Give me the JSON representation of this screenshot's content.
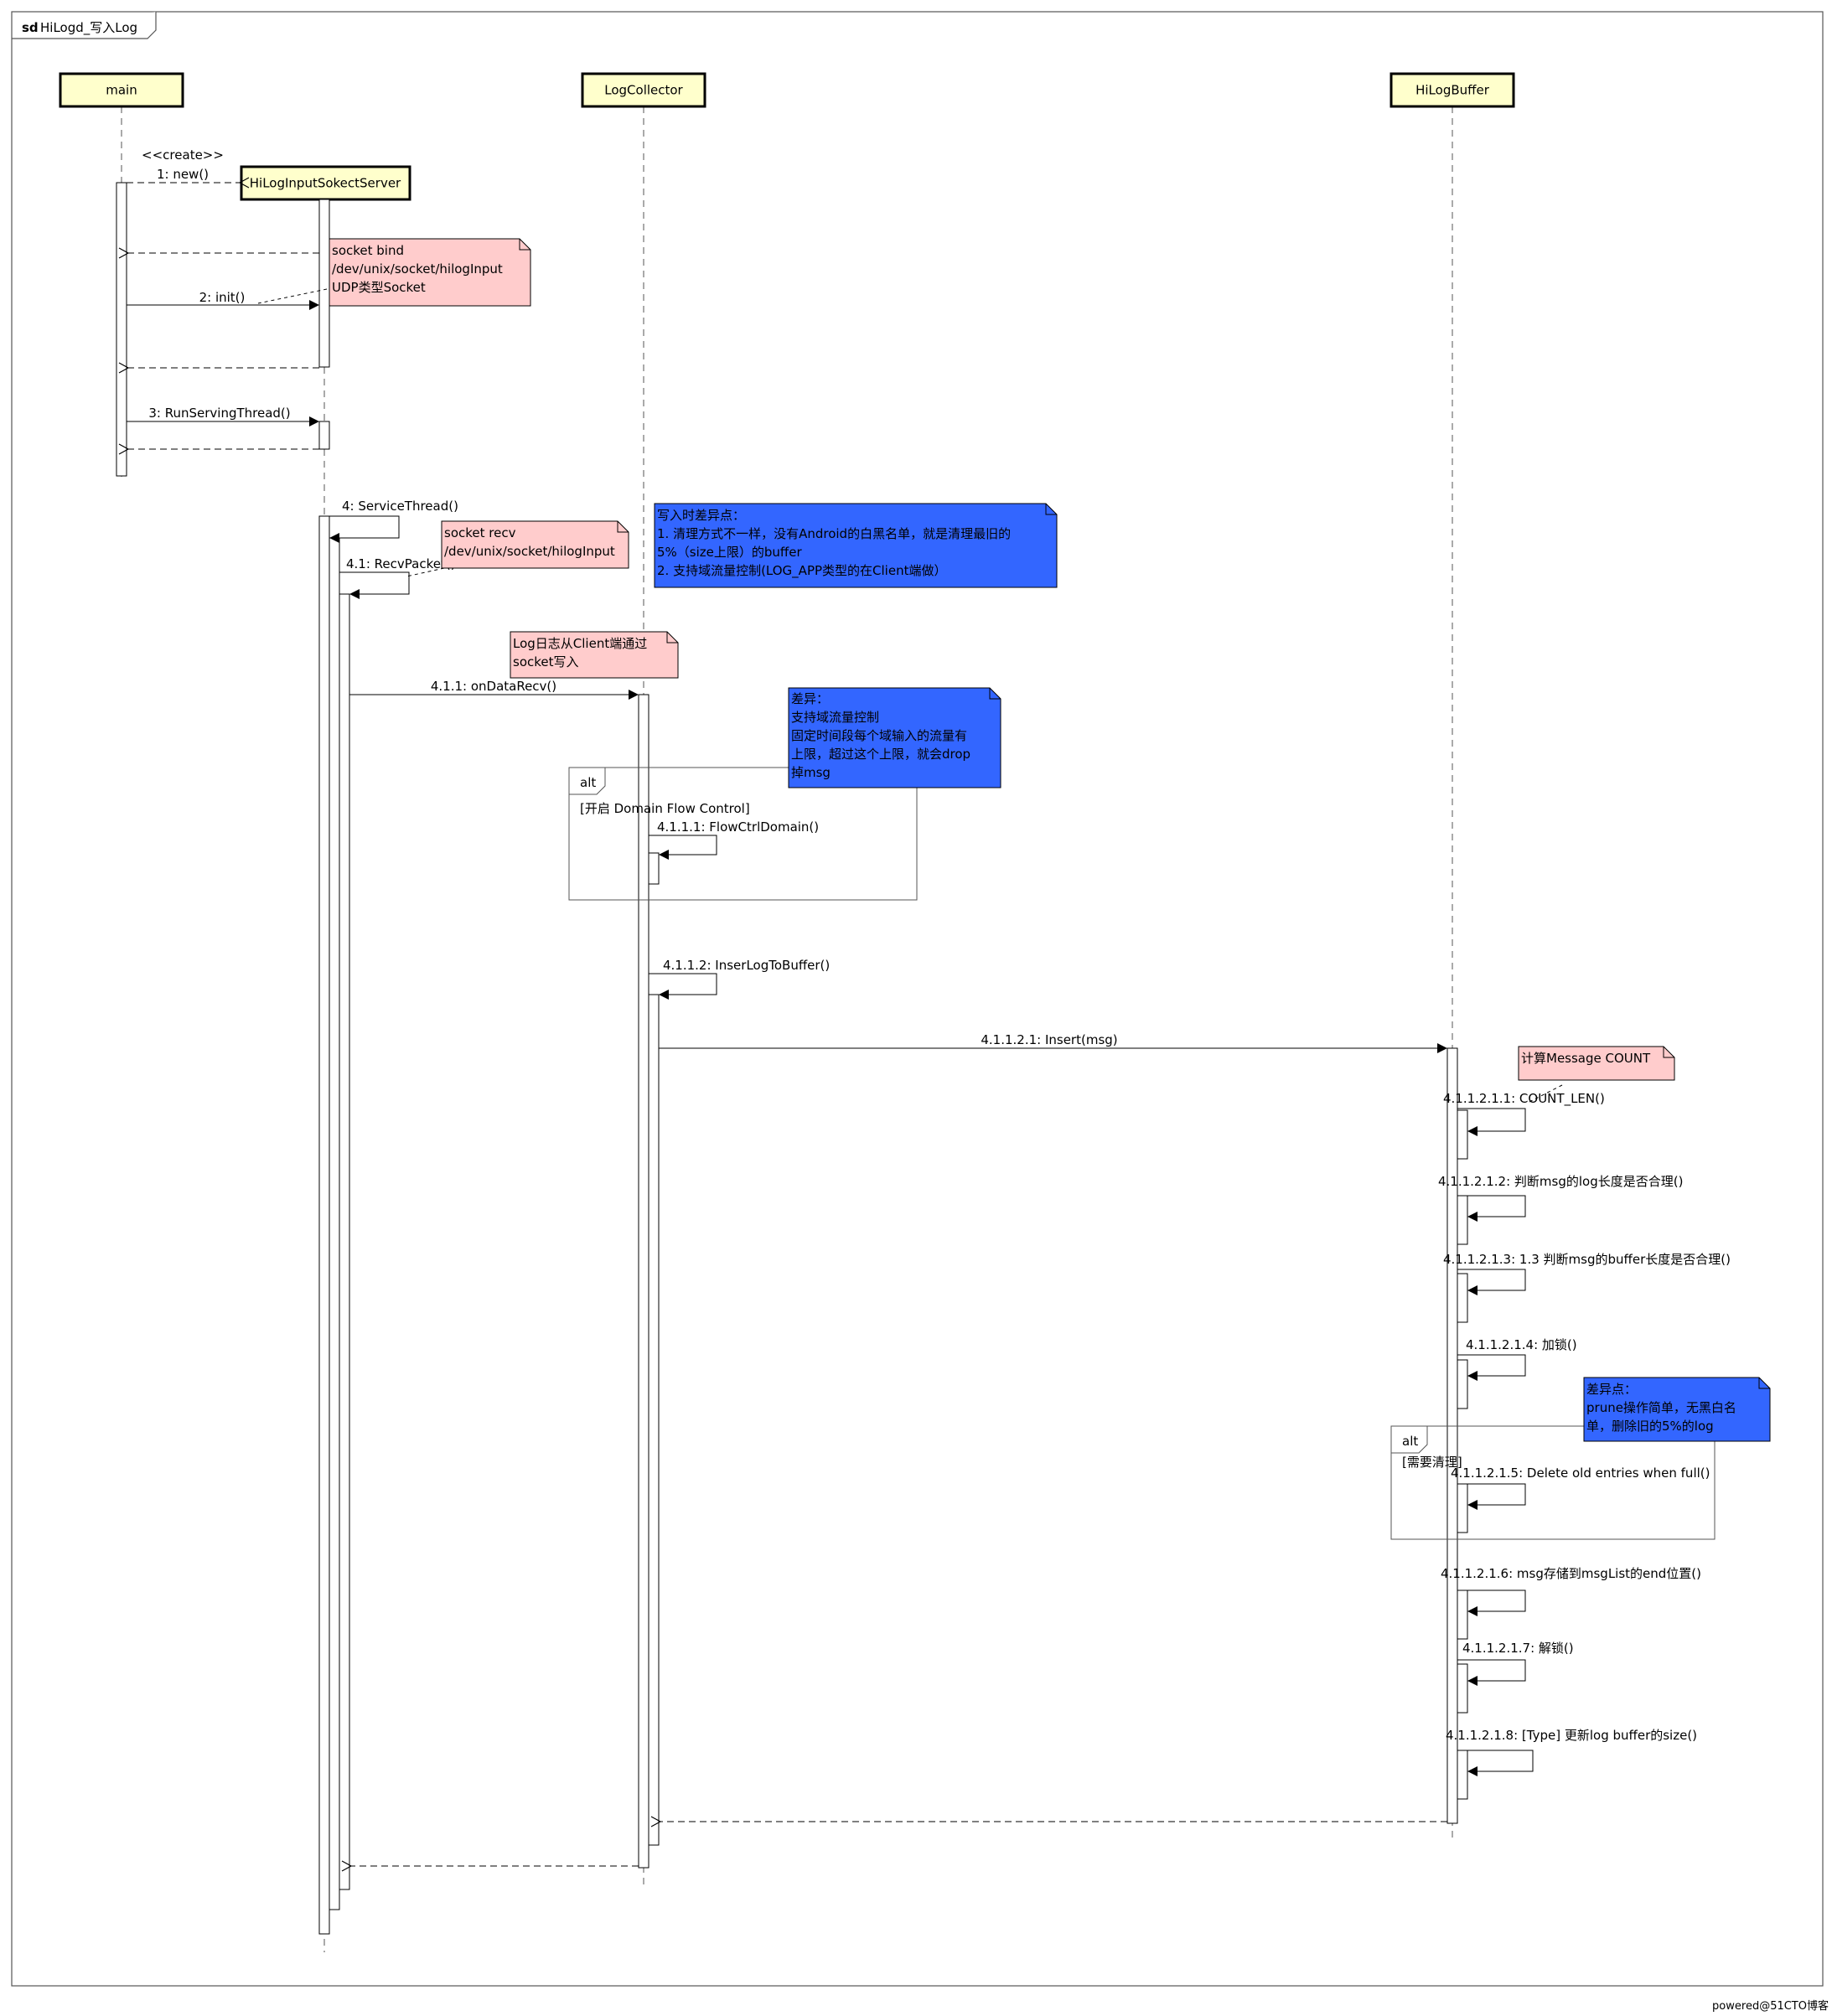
{
  "frame": {
    "prefix": "sd",
    "title": "HiLogd_写入Log"
  },
  "participants": [
    {
      "id": "main",
      "name": "main"
    },
    {
      "id": "collector",
      "name": "LogCollector"
    },
    {
      "id": "buffer",
      "name": "HiLogBuffer"
    },
    {
      "id": "server",
      "name": "HiLogInputSokectServer"
    }
  ],
  "stereotype": "<<create>>",
  "messages": [
    {
      "id": "m1",
      "label": "1: new()"
    },
    {
      "id": "m2",
      "label": "2: init()"
    },
    {
      "id": "m3",
      "label": "3: RunServingThread()"
    },
    {
      "id": "m4",
      "label": "4: ServiceThread()"
    },
    {
      "id": "m41",
      "label": "4.1: RecvPacket()"
    },
    {
      "id": "m411",
      "label": "4.1.1: onDataRecv()"
    },
    {
      "id": "m4111",
      "label": "4.1.1.1: FlowCtrlDomain()"
    },
    {
      "id": "m4112",
      "label": "4.1.1.2: InserLogToBuffer()"
    },
    {
      "id": "m41121",
      "label": "4.1.1.2.1: Insert(msg)"
    },
    {
      "id": "m411211",
      "label": "4.1.1.2.1.1: COUNT_LEN()"
    },
    {
      "id": "m411212",
      "label": "4.1.1.2.1.2: 判断msg的log长度是否合理()"
    },
    {
      "id": "m411213",
      "label": "4.1.1.2.1.3: 1.3 判断msg的buffer长度是否合理()"
    },
    {
      "id": "m411214",
      "label": "4.1.1.2.1.4: 加锁()"
    },
    {
      "id": "m411215",
      "label": "4.1.1.2.1.5: Delete old entries when full()"
    },
    {
      "id": "m411216",
      "label": "4.1.1.2.1.6: msg存储到msgList的end位置()"
    },
    {
      "id": "m411217",
      "label": "4.1.1.2.1.7: 解锁()"
    },
    {
      "id": "m411218",
      "label": "4.1.1.2.1.8: [Type] 更新log buffer的size()"
    }
  ],
  "fragments": [
    {
      "id": "alt1",
      "operator": "alt",
      "guard": "[开启 Domain Flow Control]"
    },
    {
      "id": "alt2",
      "operator": "alt",
      "guard": "[需要清理]"
    }
  ],
  "notes": [
    {
      "id": "n1",
      "color": "#ffcccc",
      "lines": [
        "socket bind",
        "/dev/unix/socket/hilogInput",
        "UDP类型Socket"
      ]
    },
    {
      "id": "n2",
      "color": "#ffcccc",
      "lines": [
        "socket recv",
        "/dev/unix/socket/hilogInput"
      ]
    },
    {
      "id": "n3",
      "color": "#3366ff",
      "lines": [
        "写入时差异点：",
        "1. 清理方式不一样，没有Android的白黑名单，就是清理最旧的",
        "5%（size上限）的buffer",
        "2. 支持域流量控制(LOG_APP类型的在Client端做）"
      ]
    },
    {
      "id": "n4",
      "color": "#ffcccc",
      "lines": [
        "Log日志从Client端通过",
        "socket写入"
      ]
    },
    {
      "id": "n5",
      "color": "#3366ff",
      "lines": [
        "差异：",
        "支持域流量控制",
        "固定时间段每个域输入的流量有",
        "上限，超过这个上限，就会drop",
        "掉msg"
      ]
    },
    {
      "id": "n6",
      "color": "#ffcccc",
      "lines": [
        "计算Message COUNT"
      ]
    },
    {
      "id": "n7",
      "color": "#3366ff",
      "lines": [
        "差异点：",
        "prune操作简单，无黑白名",
        "单，删除旧的5%的log"
      ]
    }
  ],
  "watermark": "powered@51CTO博客"
}
